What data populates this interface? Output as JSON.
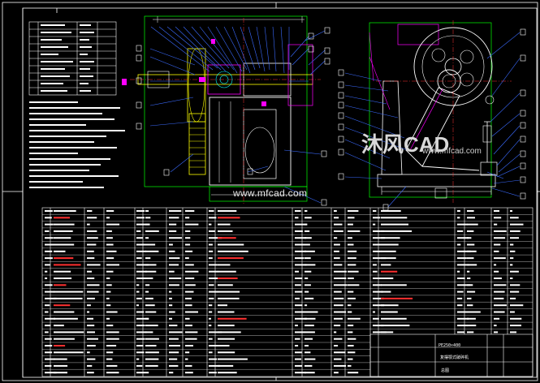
{
  "app": {
    "window_title": ""
  },
  "watermarks": {
    "url_text": "www.mfcad.com",
    "logo_text": "沐风CAD",
    "logo_sub": "www.mfcad.com"
  },
  "title_block": {
    "drawing_code": "PE250×400",
    "drawing_name": "复摆颚式破碎机",
    "sheet_label": "总图"
  },
  "colors": {
    "background": "#000000",
    "frame": "#ffffff",
    "outline_yellow": "#ffff00",
    "outline_green": "#00ff00",
    "outline_magenta": "#ff00ff",
    "leader_blue": "#3b6bff",
    "centerline_red": "#ff3030",
    "cyan": "#00ffff"
  },
  "icons": {
    "balloon": "part-callout-balloon",
    "crosshair": "centerline-crosshair"
  }
}
